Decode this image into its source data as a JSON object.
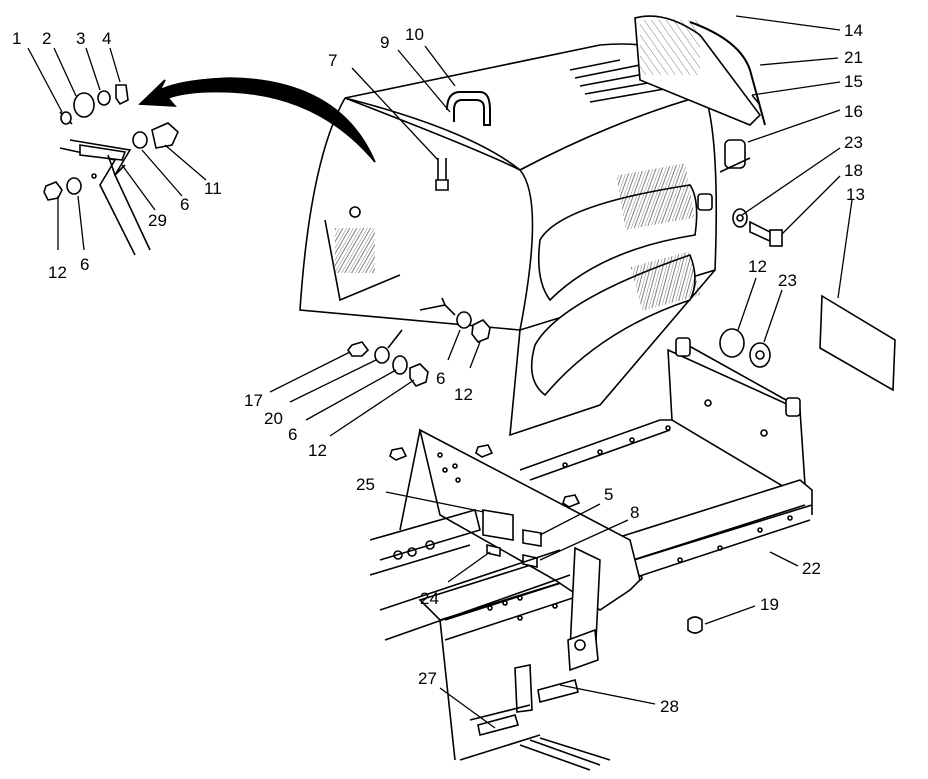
{
  "callouts": {
    "c1": "1",
    "c2": "2",
    "c3": "3",
    "c4": "4",
    "c5": "5",
    "c6a": "6",
    "c6b": "6",
    "c6c": "6",
    "c6d": "6",
    "c7": "7",
    "c8": "8",
    "c9": "9",
    "c10": "10",
    "c11": "11",
    "c12a": "12",
    "c12b": "12",
    "c12c": "12",
    "c12d": "12",
    "c13": "13",
    "c14": "14",
    "c15": "15",
    "c16": "16",
    "c17": "17",
    "c18": "18",
    "c19": "19",
    "c20": "20",
    "c21": "21",
    "c22": "22",
    "c23a": "23",
    "c23b": "23",
    "c24": "24",
    "c25": "25",
    "c27": "27",
    "c28": "28",
    "c29": "29"
  }
}
